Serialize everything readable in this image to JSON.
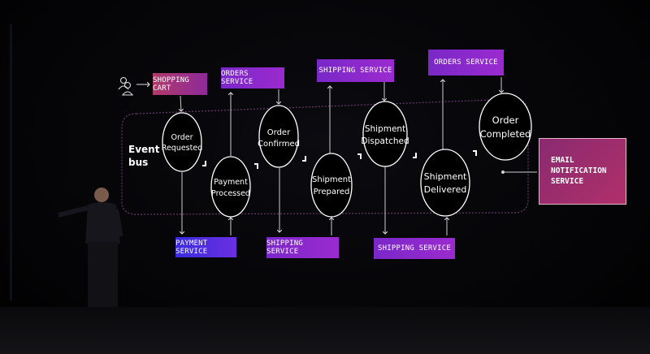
{
  "diagram": {
    "event_bus_label": [
      "Event",
      "bus"
    ],
    "producers": {
      "shopping_cart": "SHOPPING CART",
      "orders_service_1": "ORDERS SERVICE",
      "shipping_service_top": "SHIPPING SERVICE",
      "orders_service_2": "ORDERS SERVICE"
    },
    "consumers": {
      "payment_service": "PAYMENT SERVICE",
      "shipping_service_1": "SHIPPING SERVICE",
      "shipping_service_2": "SHIPPING SERVICE"
    },
    "email_service": [
      "EMAIL",
      "NOTIFICATION",
      "SERVICE"
    ],
    "events": [
      {
        "line1": "Order",
        "line2": "Requested"
      },
      {
        "line1": "Payment",
        "line2": "Processed"
      },
      {
        "line1": "Order",
        "line2": "Confirmed"
      },
      {
        "line1": "Shipment",
        "line2": "Prepared"
      },
      {
        "line1": "Shipment",
        "line2": "Dispatched"
      },
      {
        "line1": "Shipment",
        "line2": "Delivered"
      },
      {
        "line1": "Order",
        "line2": "Completed"
      }
    ],
    "colors": {
      "pink": "#b03a6a",
      "violet": "#8e2ad0",
      "blue": "#3a2ae0",
      "bus": "#6a3a6a"
    }
  }
}
